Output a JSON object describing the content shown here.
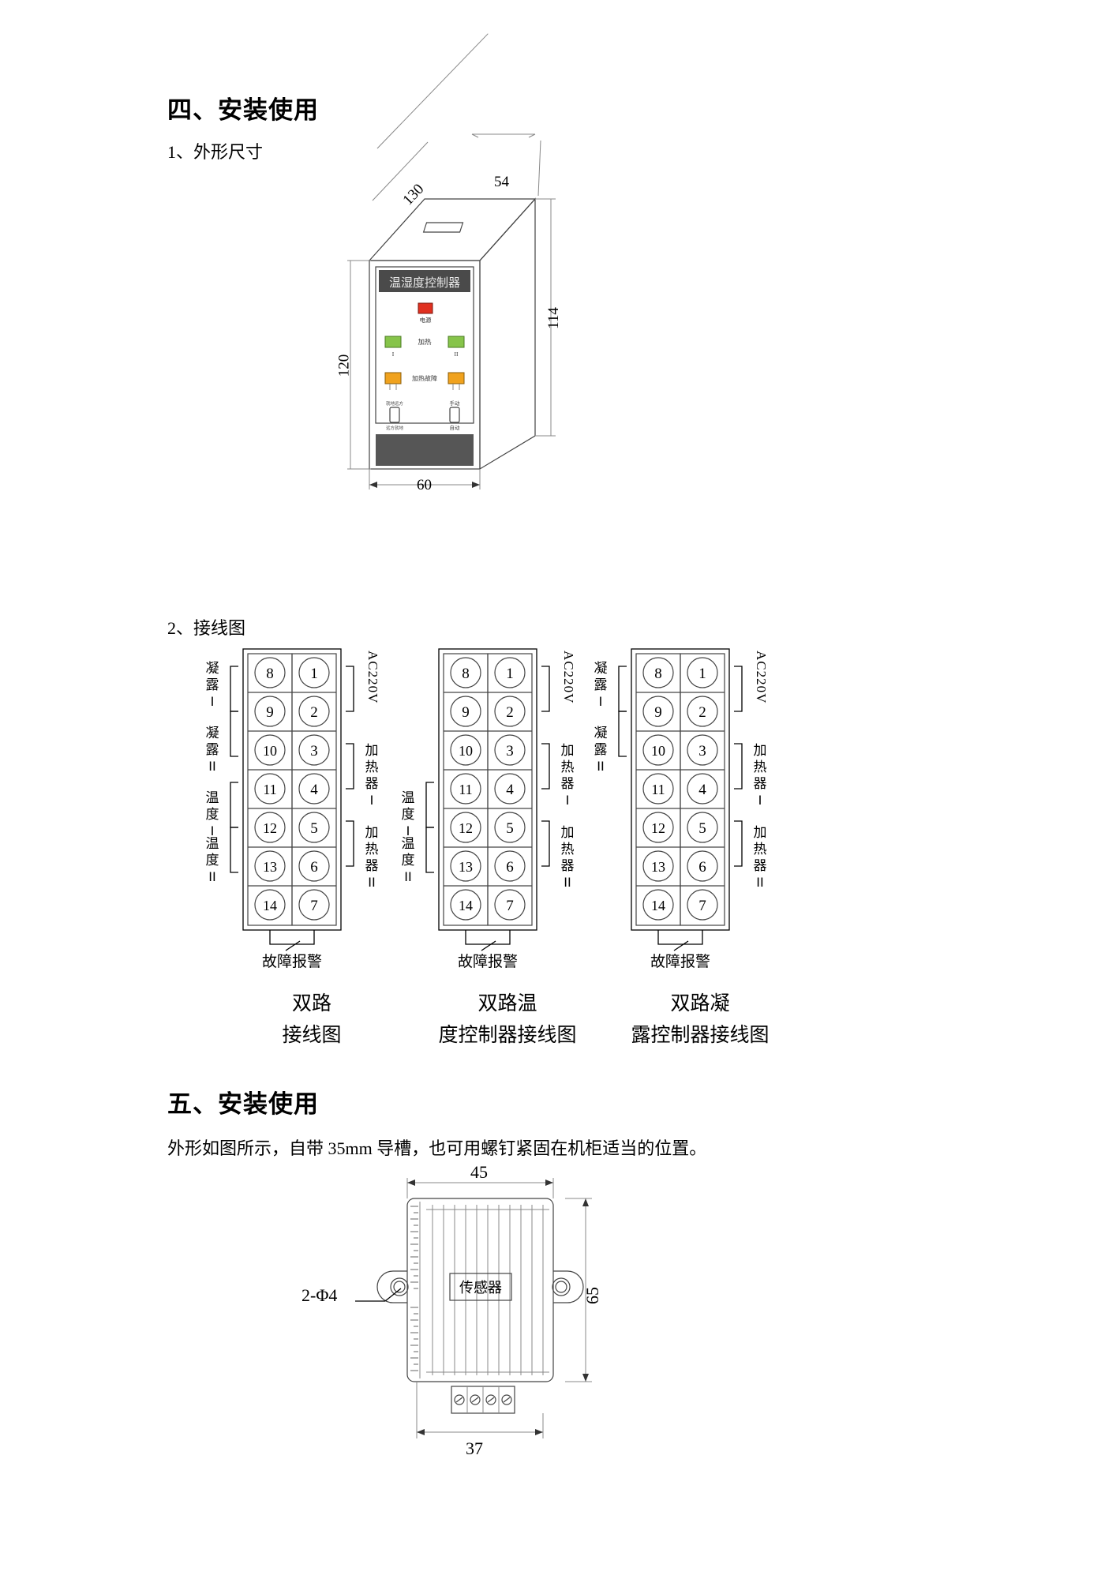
{
  "document": {
    "sections": [
      {
        "id": "sec4",
        "heading": "四、安装使用"
      },
      {
        "id": "sec5",
        "heading": "五、安装使用"
      }
    ],
    "sub_headings": {
      "dimensions": "1、外形尺寸",
      "wiring": "2、接线图"
    },
    "paragraphs": {
      "install_note": "外形如图所示，自带 35mm 导槽，也可用螺钉紧固在机柜适当的位置。"
    }
  },
  "device_drawing": {
    "panel_title": "温湿度控制器",
    "dimensions": {
      "depth": "130",
      "top_width": "54",
      "height_right": "114",
      "height_left": "120",
      "width_bottom": "60"
    },
    "indicators": [
      {
        "name": "power",
        "label": "电源",
        "color": "#e03020"
      },
      {
        "name": "heat-1",
        "label": "I",
        "color": "#86c44a"
      },
      {
        "name": "heat-2",
        "label": "II",
        "color": "#86c44a"
      },
      {
        "name": "fault-1",
        "label": "",
        "color": "#f0a21e"
      },
      {
        "name": "fault-2",
        "label": "",
        "color": "#f0a21e"
      }
    ],
    "group_labels": {
      "heat": "加热",
      "heat_fault": "加热故障"
    },
    "switches": [
      {
        "name": "switch-left",
        "label_top": "就地远方",
        "label_bottom": "远方就地"
      },
      {
        "name": "switch-right",
        "label_top": "手动",
        "label_bottom": "自动"
      }
    ]
  },
  "wiring_diagrams": [
    {
      "id": "diagram-1",
      "caption_line1": "双路",
      "caption_line2": "接线图",
      "left_terminals": [
        "8",
        "9",
        "10",
        "11",
        "12",
        "13",
        "14"
      ],
      "right_terminals": [
        "1",
        "2",
        "3",
        "4",
        "5",
        "6",
        "7"
      ],
      "left_labels": [
        "凝露 I",
        "凝露 II",
        "温度 I",
        "温度 II"
      ],
      "left_label_chars": [
        [
          "凝",
          "露",
          "I"
        ],
        [
          "凝",
          "露",
          "II"
        ],
        [
          "温",
          "度",
          "I"
        ],
        [
          "温",
          "度",
          "II"
        ]
      ],
      "right_labels": [
        "AC220V",
        "加热器 I",
        "加热器 II"
      ],
      "right_label_chars": [
        [
          "A",
          "C",
          "2",
          "2",
          "0",
          "V"
        ],
        [
          "加",
          "热",
          "器",
          "I"
        ],
        [
          "加",
          "热",
          "器",
          "II"
        ]
      ],
      "bottom_label": "故障报警"
    },
    {
      "id": "diagram-2",
      "caption_line1": "双路温",
      "caption_line2": "度控制器接线图",
      "left_terminals": [
        "8",
        "9",
        "10",
        "11",
        "12",
        "13",
        "14"
      ],
      "right_terminals": [
        "1",
        "2",
        "3",
        "4",
        "5",
        "6",
        "7"
      ],
      "left_labels": [
        "温度 I",
        "温度 II"
      ],
      "left_label_chars": [
        [
          "温",
          "度",
          "I"
        ],
        [
          "温",
          "度",
          "II"
        ]
      ],
      "right_labels": [
        "AC220V",
        "加热器 I",
        "加热器 II"
      ],
      "right_label_chars": [
        [
          "A",
          "C",
          "2",
          "2",
          "0",
          "V"
        ],
        [
          "加",
          "热",
          "器",
          "I"
        ],
        [
          "加",
          "热",
          "器",
          "II"
        ]
      ],
      "bottom_label": "故障报警"
    },
    {
      "id": "diagram-3",
      "caption_line1": "双路凝",
      "caption_line2": "露控制器接线图",
      "left_terminals": [
        "8",
        "9",
        "10",
        "11",
        "12",
        "13",
        "14"
      ],
      "right_terminals": [
        "1",
        "2",
        "3",
        "4",
        "5",
        "6",
        "7"
      ],
      "left_labels": [
        "凝露 I",
        "凝露 II"
      ],
      "left_label_chars": [
        [
          "凝",
          "露",
          "I"
        ],
        [
          "凝",
          "露",
          "II"
        ]
      ],
      "right_labels": [
        "AC220V",
        "加热器 I",
        "加热器 II"
      ],
      "right_label_chars": [
        [
          "A",
          "C",
          "2",
          "2",
          "0",
          "V"
        ],
        [
          "加",
          "热",
          "器",
          "I"
        ],
        [
          "加",
          "热",
          "器",
          "II"
        ]
      ],
      "bottom_label": "故障报警"
    }
  ],
  "sensor_drawing": {
    "body_label": "传感器",
    "hole_callout": "2-Φ4",
    "dimensions": {
      "width_top": "45",
      "height_right": "65",
      "width_bottom": "37"
    }
  }
}
